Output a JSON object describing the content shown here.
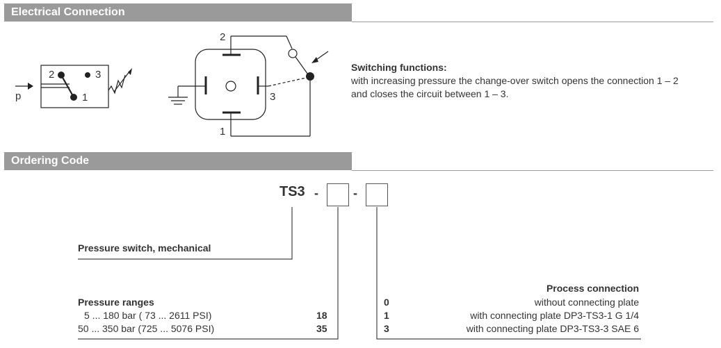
{
  "sections": {
    "electrical": {
      "title": "Electrical Connection"
    },
    "ordering": {
      "title": "Ordering Code"
    }
  },
  "switching": {
    "heading": "Switching functions:",
    "line1": "with increasing pressure the change-over switch opens the connection 1 – 2",
    "line2": "and closes the circuit between 1 – 3."
  },
  "symbol_labels": {
    "p": "p",
    "n2": "2",
    "n3": "3",
    "n1": "1"
  },
  "connector_labels": {
    "n2": "2",
    "n3": "3",
    "n1": "1"
  },
  "ordering": {
    "prefix": "TS3",
    "sep": "-",
    "product_desc": "Pressure switch, mechanical",
    "pressure_ranges": {
      "heading": "Pressure ranges",
      "rows": [
        {
          "label": "5 ... 180 bar ( 73 ... 2611 PSI)",
          "code": "18"
        },
        {
          "label": "50 ... 350 bar (725 ... 5076 PSI)",
          "code": "35"
        }
      ]
    },
    "process_connection": {
      "heading": "Process connection",
      "rows": [
        {
          "code": "0",
          "label": "without connecting plate"
        },
        {
          "code": "1",
          "label": "with connecting plate DP3-TS3-1 G 1/4"
        },
        {
          "code": "3",
          "label": "with connecting plate DP3-TS3-3 SAE 6"
        }
      ]
    }
  }
}
